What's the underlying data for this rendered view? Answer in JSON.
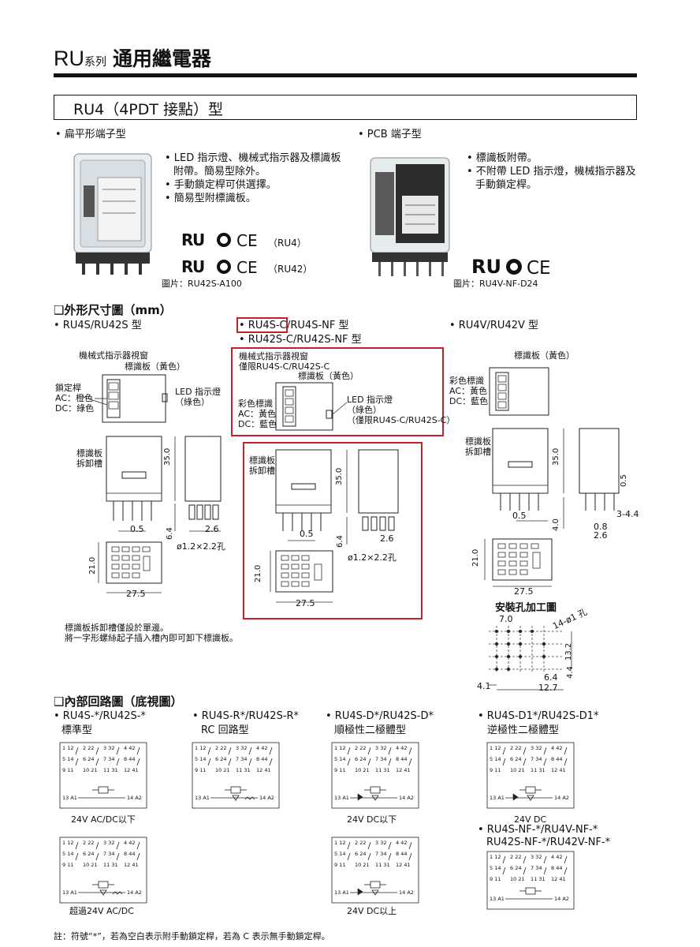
{
  "header": {
    "series_prefix": "RU",
    "series_word": "系列",
    "title": "通用繼電器"
  },
  "subtitle": "RU4（4PDT 接點）型",
  "flat": {
    "label": "• 扁平形端子型",
    "bullets": [
      "• LED 指示燈、機械式指示器及標識板",
      "附帶。簡易型除外。",
      "• 手動鎖定桿可供選擇。",
      "• 簡易型附標識板。"
    ],
    "cert1": "（RU4）",
    "cert2": "（RU42）",
    "caption": "圖片：RU42S-A100"
  },
  "pcb": {
    "label": "• PCB 端子型",
    "bullets": [
      "• 標識板附帶。",
      "• 不附帶 LED 指示燈，機械指示器及",
      "手動鎖定桿。"
    ],
    "caption": "圖片：RU4V-NF-D24"
  },
  "dims": {
    "title": "❑外形尺寸圖（mm）",
    "col1": {
      "label": "• RU4S/RU42S 型",
      "window": "機械式指示器視窗",
      "nameplate": "標識板（黃色）",
      "lock": "鎖定桿",
      "lock_ac": "AC：橙色",
      "lock_dc": "DC：綠色",
      "led": "LED 指示燈",
      "led_color": "（綠色）",
      "slot1": "標識板",
      "slot2": "拆卸槽",
      "d350": "35.0",
      "d05": "0.5",
      "d64": "6.4",
      "d26": "2.6",
      "hole": "ø1.2×2.2孔",
      "d210": "21.0",
      "d275": "27.5",
      "note1": "標識板拆卸槽僅設於單邊。",
      "note2": "將一字形螺絲起子插入槽內即可卸下標識板。"
    },
    "col2": {
      "label_a": "• RU4S-C",
      "label_b": "/RU4S-NF 型",
      "label_c": "• RU42S-C/RU42S-NF 型",
      "window": "機械式指示器視窗",
      "window_only": "僅限RU4S-C/RU42S-C",
      "nameplate": "標識板（黃色）",
      "color_id": "彩色標識",
      "ac": "AC：黃色",
      "dc": "DC：藍色",
      "led": "LED 指示燈",
      "led_color": "（綠色）",
      "led_only": "（僅限RU4S-C/RU42S-C）",
      "slot1": "標識板",
      "slot2": "拆卸槽",
      "d350": "35.0",
      "d05": "0.5",
      "d64": "6.4",
      "d26": "2.6",
      "hole": "ø1.2×2.2孔",
      "d210": "21.0",
      "d275": "27.5"
    },
    "col3": {
      "label": "• RU4V/RU42V 型",
      "nameplate": "標識板（黃色）",
      "color_id": "彩色標識",
      "ac": "AC：黃色",
      "dc": "DC：藍色",
      "slot1": "標識板",
      "slot2": "拆卸槽",
      "d350": "35.0",
      "d05": "0.5",
      "d344": "3-4.4",
      "d40": "4.0",
      "d08": "0.8",
      "d26": "2.6",
      "d210": "21.0",
      "d275": "27.5",
      "mount_title": "安裝孔加工圖",
      "m70": "7.0",
      "m14": "14-ø1 孔",
      "m132": "13.2",
      "m64": "6.4",
      "m44": "4.4",
      "m41": "4.1",
      "m127": "12.7"
    }
  },
  "circuits": {
    "title": "❑內部回路圖（底視圖）",
    "c1_label": "• RU4S-*/RU42S-*",
    "c1_sub": "標準型",
    "c1_cap1": "24V  AC/DC以下",
    "c1_cap2": "超過24V AC/DC",
    "c2_label": "• RU4S-R*/RU42S-R*",
    "c2_sub": "RC 回路型",
    "c3_label": "• RU4S-D*/RU42S-D*",
    "c3_sub": "順極性二極體型",
    "c3_cap1": "24V DC以下",
    "c3_cap2": "24V DC以上",
    "c4_label": "• RU4S-D1*/RU42S-D1*",
    "c4_sub": "逆極性二極體型",
    "c4_cap": "24V DC",
    "c5_label1": "• RU4S-NF-*/RU4V-NF-*",
    "c5_label2": "RU42S-NF-*/RU42V-NF-*",
    "terminals": {
      "r1": [
        "1 12",
        "2 22",
        "3 32",
        "4 42"
      ],
      "r2": [
        "5 14",
        "6 24",
        "7 34",
        "8 44"
      ],
      "r3": [
        "9 11",
        "10 21",
        "11 31",
        "12 41"
      ],
      "coil_l": "13 A1",
      "coil_r": "14 A2"
    }
  },
  "footnote": "註：符號“*”，若為空白表示附手動鎖定桿，若為 C 表示無手動鎖定桿。",
  "colors": {
    "accent_red": "#c8202a",
    "text": "#111111"
  }
}
